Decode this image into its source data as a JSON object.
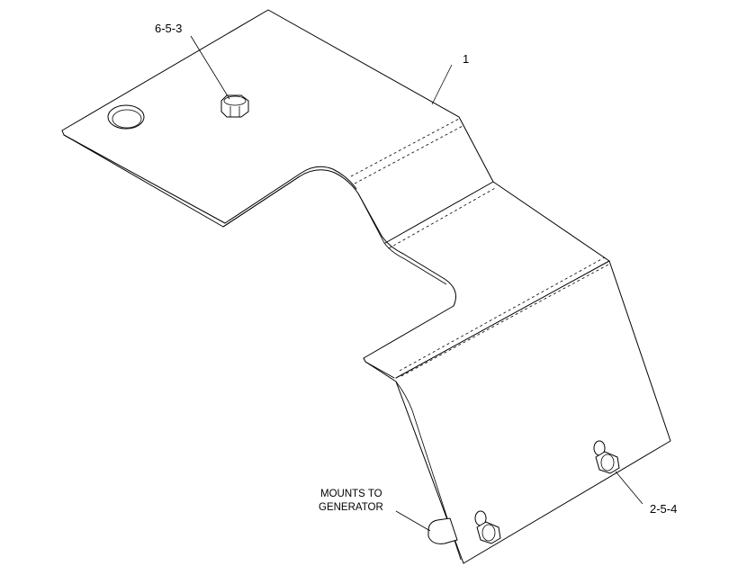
{
  "callouts": {
    "part_6_5_3": "6-5-3",
    "part_1": "1",
    "part_2_5_4": "2-5-4",
    "note_line1": "MOUNTS TO",
    "note_line2": "GENERATOR"
  }
}
